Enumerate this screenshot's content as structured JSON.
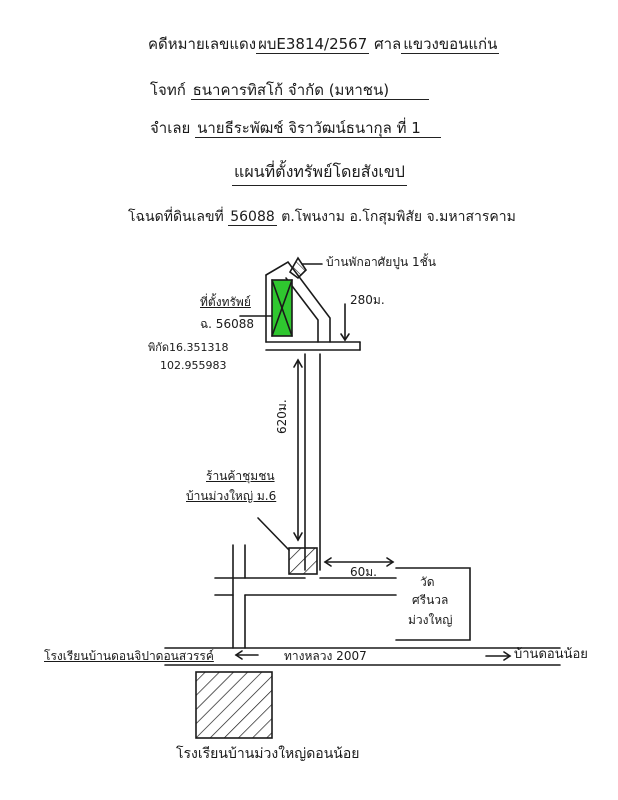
{
  "header": {
    "case_prefix": "คดีหมายเลขแดง",
    "case_no": "ผบE3814/2567",
    "court_prefix": "ศาล",
    "court": "แขวงขอนแก่น",
    "plaintiff_prefix": "โจทก์",
    "plaintiff": "ธนาคารทิสโก้ จำกัด (มหาชน)",
    "defendant_prefix": "จำเลย",
    "defendant": "นายธีระพัฒช์ จิราวัฒน์ธนากุล ที่ 1",
    "title": "แผนที่ตั้งทรัพย์โดยสังเขป",
    "deed_prefix": "โฉนดที่ดินเลขที่",
    "deed_no": "56088",
    "location": "ต.โพนงาม อ.โกสุมพิสัย จ.มหาสารคาม"
  },
  "map": {
    "house_label": "บ้านพักอาศัยปูน 1ชั้น",
    "dist_top": "280ม.",
    "property_label": "ที่ตั้งทรัพย์",
    "property_deed": "ฉ. 56088",
    "coord_label": "พิกัด16.351318",
    "coord_lng": "102.955983",
    "dist_main": "620ม.",
    "shop_line1": "ร้านค้าชุมชน",
    "shop_line2": "บ้านม่วงใหญ่ ม.6",
    "dist_side": "60ม.",
    "temple_line1": "วัด",
    "temple_line2": "ศรีนวล",
    "temple_line3": "ม่วงใหญ่",
    "highway": "ทางหลวง 2007",
    "left_dest": "โรงเรียนบ้านดอนจิปาดอนสวรรค์",
    "right_dest": "บ้านดอนน้อย",
    "school_bottom": "โรงเรียนบ้านม่วงใหญ่ดอนน้อย",
    "property_color": "#2fc72f"
  }
}
